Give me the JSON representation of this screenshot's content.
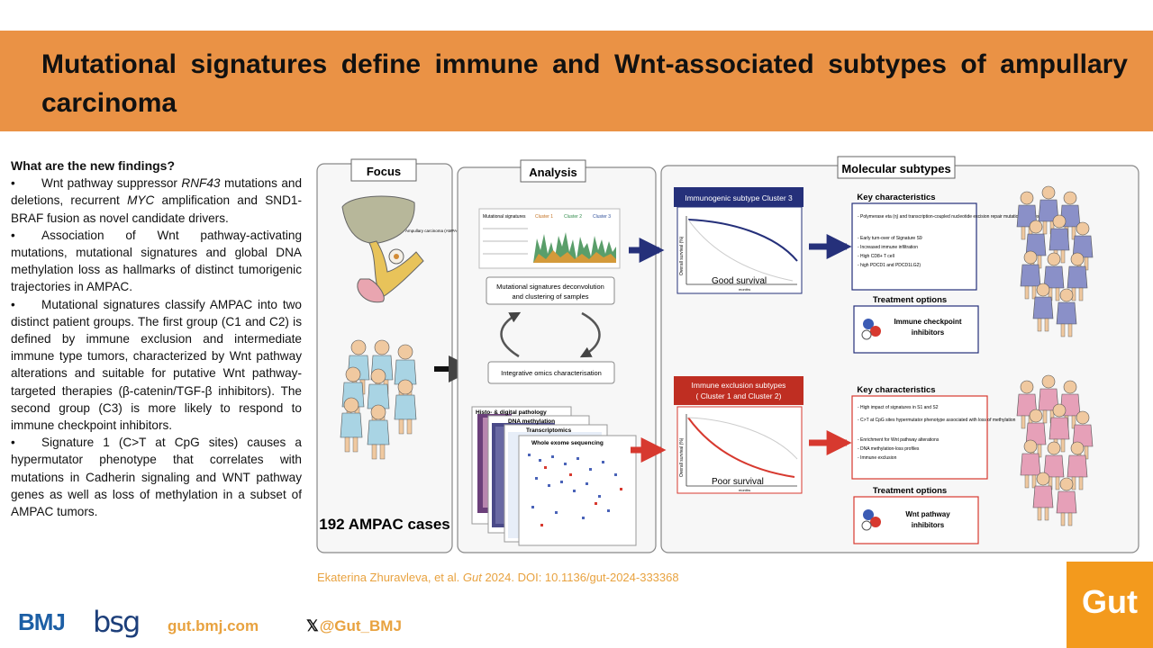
{
  "title": "Mutational signatures define immune and Wnt-associated subtypes of ampullary carcinoma",
  "findings": {
    "heading": "What are the new findings?",
    "bullets": [
      [
        "Wnt pathway suppressor ",
        "RNF43",
        " mutations and deletions, recurrent ",
        "MYC",
        " amplification and SND1-BRAF fusion as novel candidate drivers."
      ],
      [
        "Association of Wnt pathway-activating mutations, mutational signatures and global DNA methylation loss as hallmarks of distinct tumorigenic trajectories in AMPAC."
      ],
      [
        "Mutational signatures classify AMPAC into two distinct patient groups. The first group (C1 and C2) is defined by immune exclusion and intermediate immune type tumors, characterized by Wnt pathway alterations and suitable for putative Wnt pathway-targeted therapies (β-catenin/TGF-β inhibitors). The second group (C3) is more likely to respond to immune checkpoint inhibitors."
      ],
      [
        "Signature 1 (C>T at CpG sites) causes a hypermutator phenotype that correlates with mutations in Cadherin signaling and WNT pathway genes as well as loss of methylation in a subset of AMPAC tumors."
      ]
    ]
  },
  "figure": {
    "focus": {
      "header": "Focus",
      "organ_label": "Ampullary carcinoma (AMPAC)",
      "cases": "192 AMPAC cases"
    },
    "analysis": {
      "header": "Analysis",
      "signatures_label": "Mutational signatures",
      "cluster_labels": [
        "Cluster 1",
        "Cluster 2",
        "Cluster 3"
      ],
      "step1": [
        "Mutational signatures deconvolution",
        "and clustering of samples"
      ],
      "step2": "Integrative omics characterisation",
      "layers": [
        "Histo- & digital pathology",
        "DNA methylation",
        "Transcriptomics",
        "Whole exome sequencing"
      ]
    },
    "subtypes": {
      "header": "Molecular subtypes",
      "immunogenic": {
        "label": "Immunogenic subtype Cluster 3",
        "ylabel": "Overall survival (%)",
        "xlabel": "months",
        "survival": "Good survival",
        "kc_header": "Key characteristics",
        "kc": [
          "- Polymerase eta (η) and transcription-coupled nucleotide excision repair mutational process S9",
          "- Early turn-over of Signature S9",
          "- Increased immune infiltration",
          "- High CD8+ T cell",
          "- high PDCD1 and PDCD1LG2)"
        ],
        "treatment_header": "Treatment options",
        "treatment": [
          "Immune checkpoint",
          "inhibitors"
        ]
      },
      "exclusion": {
        "label": [
          "Immune exclusion subtypes",
          "( Cluster 1 and Cluster 2)"
        ],
        "ylabel": "Overall survival (%)",
        "xlabel": "months",
        "survival": "Poor survival",
        "kc_header": "Key characteristics",
        "kc": [
          "- High impact of signatures in S1 and S2",
          "- C>T at CpG sites hypermutator phenotype associated with loss of methylation",
          "- Enrichment for Wnt pathway alterations",
          "- DNA methylation-loss profiles",
          "- Immune exclusion"
        ],
        "treatment_header": "Treatment options",
        "treatment": [
          "Wnt pathway",
          "inhibitors"
        ]
      }
    }
  },
  "citation": {
    "authors": "Ekaterina Zhuravleva, et al. ",
    "journal": "Gut",
    "rest": " 2024. DOI: 10.1136/gut-2024-333368"
  },
  "footer": {
    "bmj": "BMJ",
    "bsg": "bsg",
    "site": "gut.bmj.com",
    "x_glyph": "𝕏",
    "handle": "@Gut_BMJ",
    "journal_logo": "Gut"
  },
  "colors": {
    "banner": "#ea9245",
    "accent": "#e8a23f",
    "navy": "#25307a",
    "red": "#d7392f",
    "gut_logo": "#f39a1d"
  }
}
